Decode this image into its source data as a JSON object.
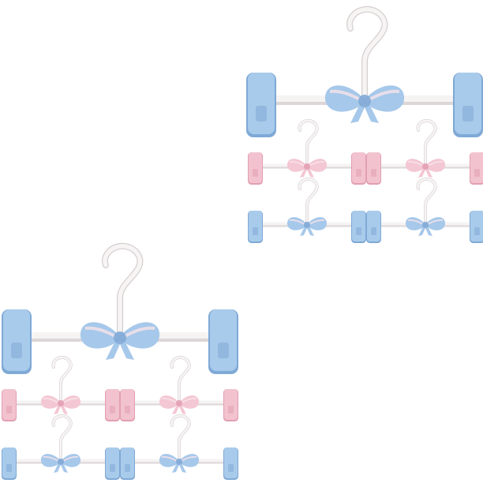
{
  "colors": {
    "background": "#ffffff",
    "blue_clip": "#a9cbeb",
    "blue_clip_dark": "#7fa9d6",
    "pink_clip": "#f2c3cf",
    "pink_clip_dark": "#e29fb1",
    "bar": "#f6f3f3",
    "bar_shadow": "#dcd6d8",
    "hook": "#f7f4f4",
    "hook_shadow": "#d5cfd1",
    "bow_blue": "#a6c8ea",
    "bow_pink": "#f3c7d3",
    "bow_stripe": "#f7e3ea"
  },
  "groups": [
    {
      "name": "group-top-right",
      "hangers": [
        {
          "size": "large",
          "color": "blue"
        },
        {
          "size": "small",
          "color": "pink"
        },
        {
          "size": "small",
          "color": "pink"
        },
        {
          "size": "small",
          "color": "blue"
        },
        {
          "size": "small",
          "color": "blue"
        }
      ]
    },
    {
      "name": "group-bottom-left",
      "hangers": [
        {
          "size": "large",
          "color": "blue"
        },
        {
          "size": "small",
          "color": "pink"
        },
        {
          "size": "small",
          "color": "pink"
        },
        {
          "size": "small",
          "color": "blue"
        },
        {
          "size": "small",
          "color": "blue"
        }
      ]
    }
  ]
}
